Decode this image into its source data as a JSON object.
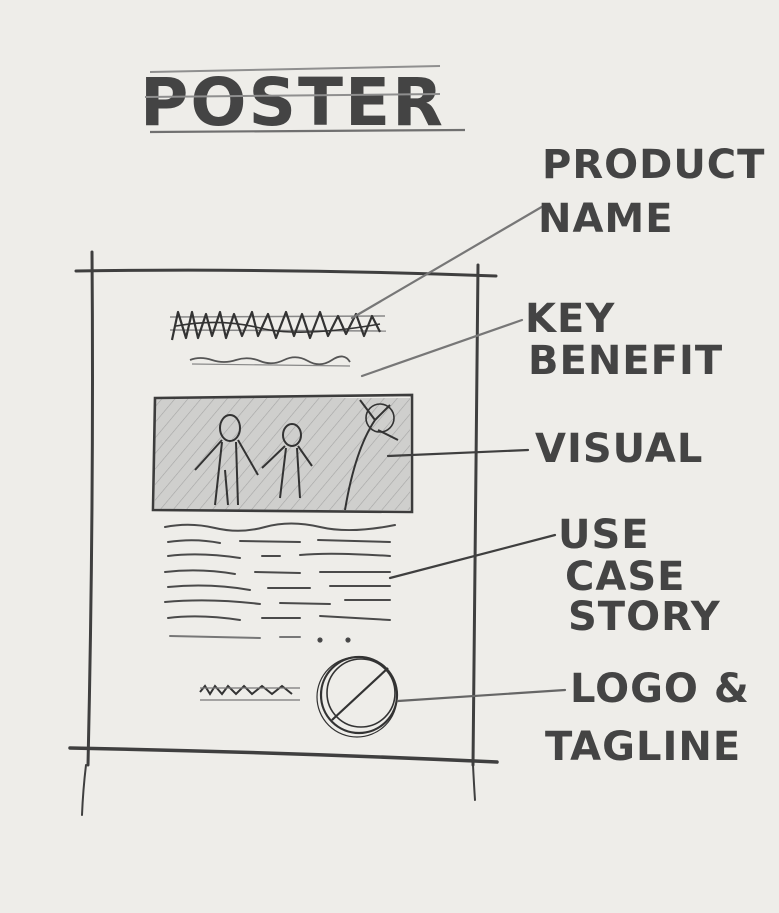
{
  "title": "POSTER",
  "labels": {
    "product_name": [
      "PRODUCT",
      "NAME"
    ],
    "key_benefit": [
      "KEY",
      "BENEFIT"
    ],
    "visual": [
      "VISUAL"
    ],
    "use_case_story": [
      "USE",
      "CASE",
      "STORY"
    ],
    "logo_tagline": [
      "LOGO &",
      "TAGLINE"
    ]
  },
  "colors": {
    "paper": "#e9e8e4",
    "pencil": "#444444",
    "light_pencil": "#8a8a8a"
  }
}
